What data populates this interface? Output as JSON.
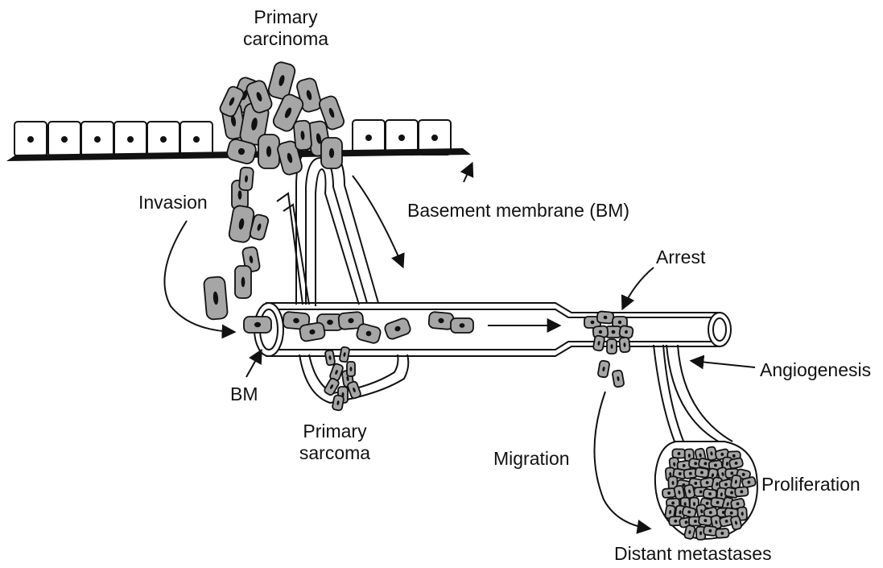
{
  "labels": {
    "primary_carcinoma": [
      "Primary",
      "carcinoma"
    ],
    "basement_membrane": "Basement membrane (BM)",
    "invasion": "Invasion",
    "arrest": "Arrest",
    "angiogenesis": "Angiogenesis",
    "bm": "BM",
    "primary_sarcoma": [
      "Primary",
      "sarcoma"
    ],
    "migration": "Migration",
    "proliferation": "Proliferation",
    "distant_metastases": "Distant metastases"
  },
  "colors": {
    "line": "#111111",
    "cell_fill": "#a6a6a6",
    "membrane": "#111111",
    "background": "#ffffff"
  }
}
